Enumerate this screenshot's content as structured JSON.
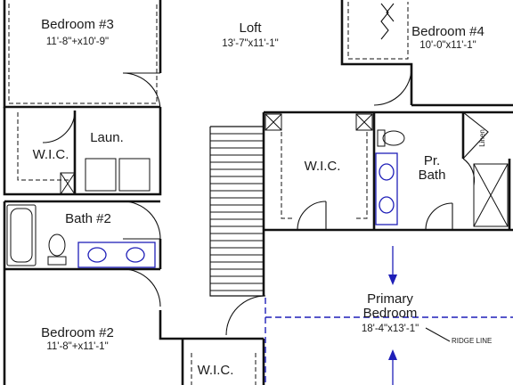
{
  "rooms": {
    "bedroom3": {
      "name": "Bedroom #3",
      "dims": "11'-8\"+x10'-9\""
    },
    "loft": {
      "name": "Loft",
      "dims": "13'-7\"x11'-1\""
    },
    "bedroom4": {
      "name": "Bedroom #4",
      "dims": "10'-0\"x11'-1\""
    },
    "wic_left": {
      "name": "W.I.C."
    },
    "laundry": {
      "name": "Laun."
    },
    "wic_primary": {
      "name": "W.I.C."
    },
    "primary_bath": {
      "name_line1": "Pr.",
      "name_line2": "Bath"
    },
    "linen": {
      "name": "Linen"
    },
    "bath2": {
      "name": "Bath #2"
    },
    "primary_bedroom": {
      "name_line1": "Primary",
      "name_line2": "Bedroom",
      "dims": "18'-4\"x13'-1\""
    },
    "bedroom2": {
      "name": "Bedroom #2",
      "dims": "11'-8\"+x11'-1\""
    },
    "wic_bottom": {
      "name": "W.I.C."
    }
  },
  "annotations": {
    "ridge_line": "RIDGE LINE"
  },
  "colors": {
    "wall": "#111111",
    "fixture_blue": "#1f1fb8"
  }
}
